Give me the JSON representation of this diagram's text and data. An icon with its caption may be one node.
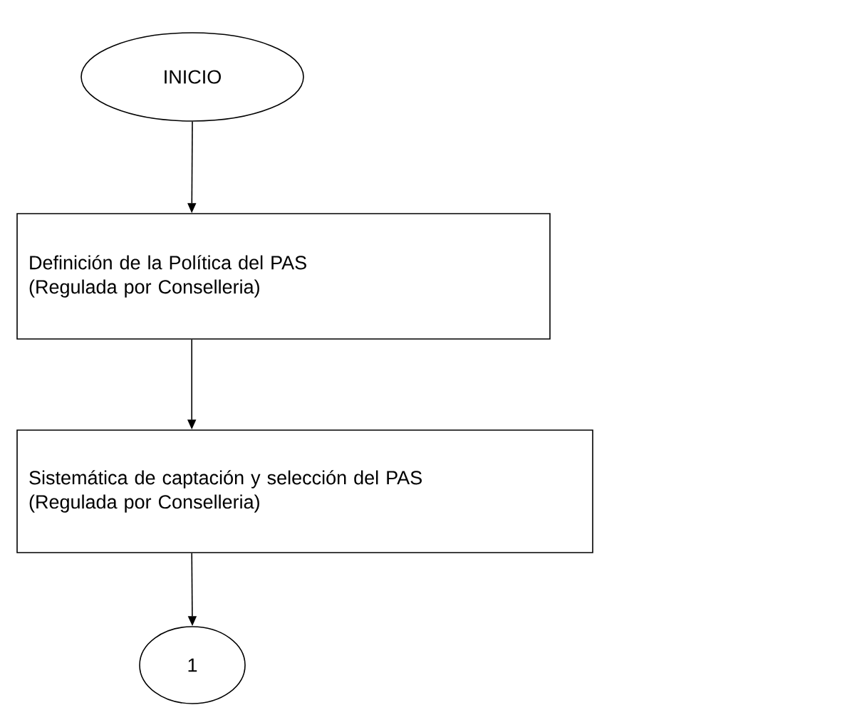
{
  "diagram": {
    "nodes": [
      {
        "text": [
          "INICIO"
        ]
      },
      {
        "text": [
          "Definición de la Política del PAS",
          "(Regulada por Conselleria)"
        ]
      },
      {
        "text": [
          "Sistemática de captación y selección del PAS",
          "(Regulada por Conselleria)"
        ]
      },
      {
        "text": [
          "1"
        ]
      }
    ],
    "edges": [
      {
        "from": 0,
        "to": 1,
        "arrow": "to"
      },
      {
        "from": 1,
        "to": 2,
        "arrow": "to"
      },
      {
        "from": 2,
        "to": 3,
        "arrow": "to"
      }
    ]
  }
}
